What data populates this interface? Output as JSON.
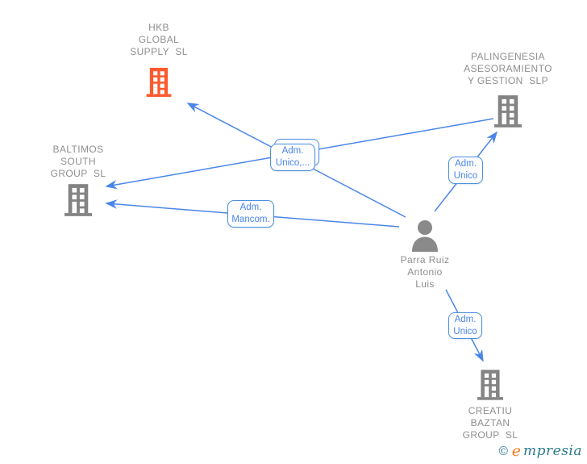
{
  "diagram": {
    "nodes": [
      {
        "id": "hkb-global-supply-sl",
        "type": "company",
        "icon": "building-icon",
        "icon_color": "#fd5a2e",
        "label_lines": [
          "HKB",
          "GLOBAL",
          "SUPPLY  SL"
        ]
      },
      {
        "id": "palingenesia-asesoramiento-y-gestion-slp",
        "type": "company",
        "icon": "building-icon",
        "icon_color": "#838383",
        "label_lines": [
          "PALINGENESIA",
          "ASESORAMIENTO",
          "Y GESTION  SLP"
        ]
      },
      {
        "id": "baltimos-south-group-sl",
        "type": "company",
        "icon": "building-icon",
        "icon_color": "#838383",
        "label_lines": [
          "BALTIMOS",
          "SOUTH",
          "GROUP  SL"
        ]
      },
      {
        "id": "parra-ruiz-antonio-luis",
        "type": "person",
        "icon": "person-icon",
        "icon_color": "#8a8a8a",
        "label_lines": [
          "Parra Ruiz",
          "Antonio",
          "Luis"
        ]
      },
      {
        "id": "creatiu-baztan-group-sl",
        "type": "company",
        "icon": "building-icon",
        "icon_color": "#838383",
        "label_lines": [
          "CREATIU",
          "BAZTAN",
          "GROUP  SL"
        ]
      }
    ],
    "badges": [
      {
        "id": "badge-adm-unico-multi",
        "stacked": true,
        "lines": [
          "Adm.",
          "Unico,..."
        ]
      },
      {
        "id": "badge-adm-mancom",
        "stacked": false,
        "lines": [
          "Adm.",
          "Mancom."
        ]
      },
      {
        "id": "badge-adm-unico-top",
        "stacked": false,
        "lines": [
          "Adm.",
          "Unico"
        ]
      },
      {
        "id": "badge-adm-unico-bottom",
        "stacked": false,
        "lines": [
          "Adm.",
          "Unico"
        ]
      }
    ],
    "edges": [
      {
        "from": "Parra Ruiz Antonio Luis",
        "to": "HKB GLOBAL SUPPLY SL",
        "label": "Adm. Unico,..."
      },
      {
        "from": "PALINGENESIA ASESORAMIENTO Y GESTION SLP",
        "to": "BALTIMOS SOUTH GROUP SL",
        "label": "Adm. Unico,..."
      },
      {
        "from": "Parra Ruiz Antonio Luis",
        "to": "BALTIMOS SOUTH GROUP SL",
        "label": "Adm. Mancom."
      },
      {
        "from": "Parra Ruiz Antonio Luis",
        "to": "PALINGENESIA ASESORAMIENTO Y GESTION SLP",
        "label": "Adm. Unico"
      },
      {
        "from": "Parra Ruiz Antonio Luis",
        "to": "CREATIU BAZTAN GROUP SL",
        "label": "Adm. Unico"
      }
    ]
  },
  "colors": {
    "edge_blue": "#4a86e8",
    "badge_border": "#4a90e2",
    "badge_text": "#4a86e8",
    "node_label_gray": "#8f8f8f",
    "building_gray": "#838383",
    "building_orange": "#fd5a2e",
    "person_gray": "#8a8a8a",
    "logo_teal": "#2b7a8c",
    "logo_orange": "#ef7d1a"
  },
  "branding": {
    "copyright": "©",
    "logo_first_letter": "e",
    "logo_rest": "mpresia"
  }
}
